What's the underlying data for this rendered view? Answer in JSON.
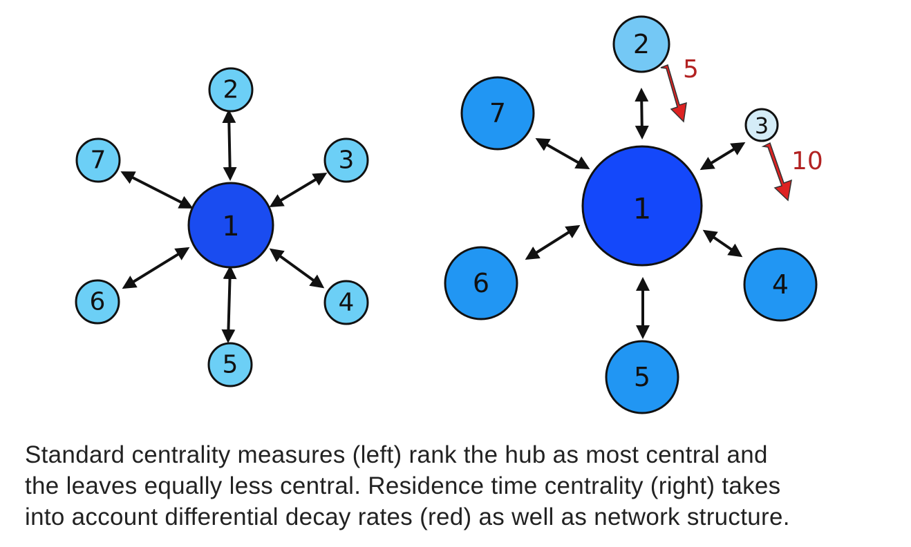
{
  "colors": {
    "hub_left": "#1a4cf0",
    "leaf_left": "#6ccff6",
    "hub_right": "#1448fa",
    "leaf_right_large": "#2196f3",
    "leaf_right_2": "#74c8f5",
    "leaf_right_3": "#d4ecf7",
    "edge": "#111111",
    "decay_arrow": "#dd2222",
    "decay_label": "#b22222"
  },
  "left_network": {
    "hub": "1",
    "leaves": [
      "2",
      "3",
      "4",
      "5",
      "6",
      "7"
    ]
  },
  "right_network": {
    "hub": "1",
    "leaves": [
      "2",
      "3",
      "4",
      "5",
      "6",
      "7"
    ],
    "decay_rates": [
      {
        "node": "2",
        "label": "5"
      },
      {
        "node": "3",
        "label": "10"
      }
    ]
  },
  "caption": [
    "Standard centrality measures (left) rank the hub as most central and",
    "the leaves equally less central.  Residence time centrality (right) takes",
    "into account differential decay rates (red) as well as network structure."
  ]
}
